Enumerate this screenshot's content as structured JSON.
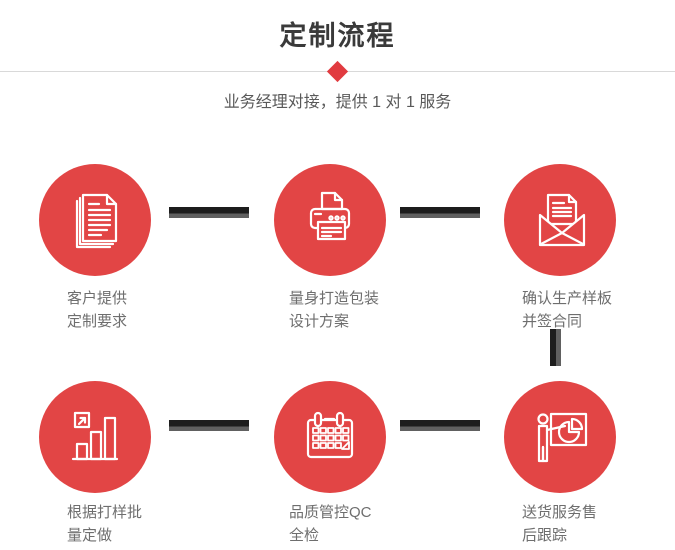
{
  "header": {
    "title": "定制流程",
    "subtitle": "业务经理对接，提供 1 对 1 服务"
  },
  "colors": {
    "circle_red": "#e24545",
    "diamond_red": "#e13b40",
    "divider_gray": "#d9d9d9",
    "connector_dark": "#1d1d1d",
    "connector_gray": "#606060",
    "title_text": "#3a3a3a",
    "subtitle_text": "#595959",
    "label_text": "#6e6e6e",
    "icon_stroke": "#ffffff"
  },
  "flow": {
    "steps": [
      {
        "icon": "documents-icon",
        "label_line1": "客户提供",
        "label_line2": "定制要求"
      },
      {
        "icon": "printer-icon",
        "label_line1": "量身打造包装",
        "label_line2": "设计方案"
      },
      {
        "icon": "envelope-icon",
        "label_line1": "确认生产样板",
        "label_line2": "并签合同"
      },
      {
        "icon": "bar-chart-icon",
        "label_line1": "根据打样批",
        "label_line2": "量定做"
      },
      {
        "icon": "calendar-icon",
        "label_line1": "品质管控QC",
        "label_line2": "全检"
      },
      {
        "icon": "presentation-icon",
        "label_line1": "送货服务售",
        "label_line2": "后跟踪"
      }
    ]
  }
}
